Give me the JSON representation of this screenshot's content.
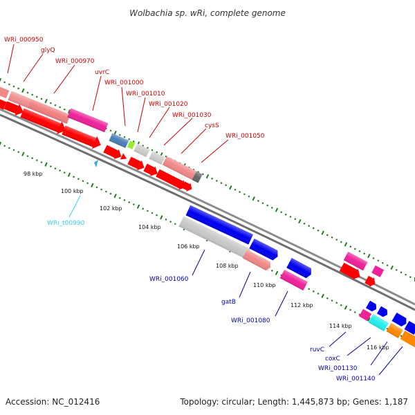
{
  "title": "Wolbachia sp. wRi, complete genome",
  "footer": {
    "accession": "Accession: NC_012416",
    "summary": "Topology: circular; Length: 1,445,873 bp; Genes: 1,187"
  },
  "colors": {
    "backbone": "#888888",
    "tick": "#1f7a1f",
    "top_label": "#cc0000",
    "bottom_label": "#0000aa",
    "trna_label": "#33ccee"
  },
  "scale_labels": [
    "98 kbp",
    "100 kbp",
    "102 kbp",
    "104 kbp",
    "106 kbp",
    "108 kbp",
    "110 kbp",
    "112 kbp",
    "114 kbp",
    "116 kbp"
  ],
  "gene_labels_top": [
    "WRi_000950",
    "glyQ",
    "WRi_000970",
    "uvrC",
    "WRi_001000",
    "WRi_001010",
    "WRi_001020",
    "WRi_001030",
    "cysS",
    "WRi_001050"
  ],
  "gene_labels_bottom": [
    "WRi_t00990",
    "WRi_001060",
    "gatB",
    "WRi_001080",
    "ruvC",
    "coxC",
    "WRi_001130",
    "WRi_001140"
  ]
}
